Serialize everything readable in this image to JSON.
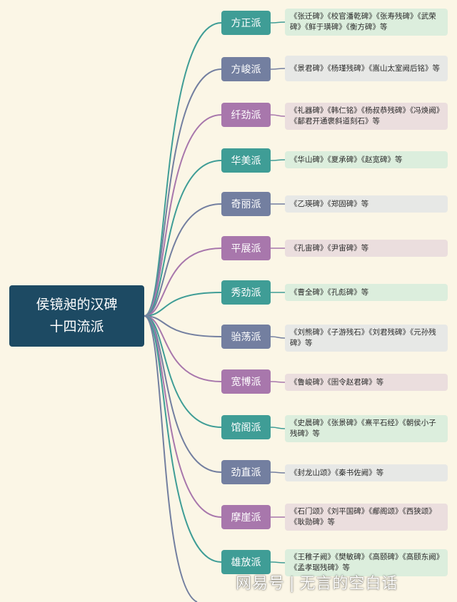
{
  "root": {
    "line1": "侯镜昶的汉碑",
    "line2": "十四流派"
  },
  "colors": {
    "teal": "#3f9d96",
    "slate": "#737fa0",
    "purple": "#a877ac",
    "teal_leaf": "#dceedd",
    "slate_leaf": "#e7e8e6",
    "purple_leaf": "#ebdede"
  },
  "schools": [
    {
      "name": "方正派",
      "color": "teal",
      "works": "《张迁碑》《校官潘乾碑》《张寿残碑》《武荣碑》《鲜于璜碑》《衡方碑》等"
    },
    {
      "name": "方峻派",
      "color": "slate",
      "works": "《景君碑》《杨瑾残碑》《嵩山太室阙后铭》等"
    },
    {
      "name": "纤劲派",
      "color": "purple",
      "works": "《礼器碑》《韩仁铭》《杨叔恭残碑》《冯焕阙》《鄐君开通褒斜道刻石》等"
    },
    {
      "name": "华美派",
      "color": "teal",
      "works": "《华山碑》《夏承碑》《赵宽碑》等"
    },
    {
      "name": "奇丽派",
      "color": "slate",
      "works": "《乙瑛碑》《郑固碑》等"
    },
    {
      "name": "平展派",
      "color": "purple",
      "works": "《孔宙碑》《尹宙碑》等"
    },
    {
      "name": "秀劲派",
      "color": "teal",
      "works": "《曹全碑》《孔彪碑》等"
    },
    {
      "name": "骀荡派",
      "color": "slate",
      "works": "《刘熊碑》《子游残石》《刘君残碑》《元孙残碑》等"
    },
    {
      "name": "宽博派",
      "color": "purple",
      "works": "《鲁峻碑》《圉令赵君碑》等"
    },
    {
      "name": "馆阁派",
      "color": "teal",
      "works": "《史晨碑》《张景碑》《熹平石经》《朝侯小子残碑》等"
    },
    {
      "name": "劲直派",
      "color": "slate",
      "works": "《封龙山颂》《秦书佐阙》等"
    },
    {
      "name": "摩崖派",
      "color": "purple",
      "works": "《石门颂》《刘平国碑》《郙阁颂》《西狭颂》《耿勋碑》等"
    },
    {
      "name": "雄放派",
      "color": "teal",
      "works": "《王稚子阙》《樊敏碑》《高颐碑》《高颐东阙》《孟孝琚残碑》等"
    }
  ],
  "watermark": {
    "brand": "网易号",
    "separator": "|",
    "account": "无言的空白话"
  }
}
